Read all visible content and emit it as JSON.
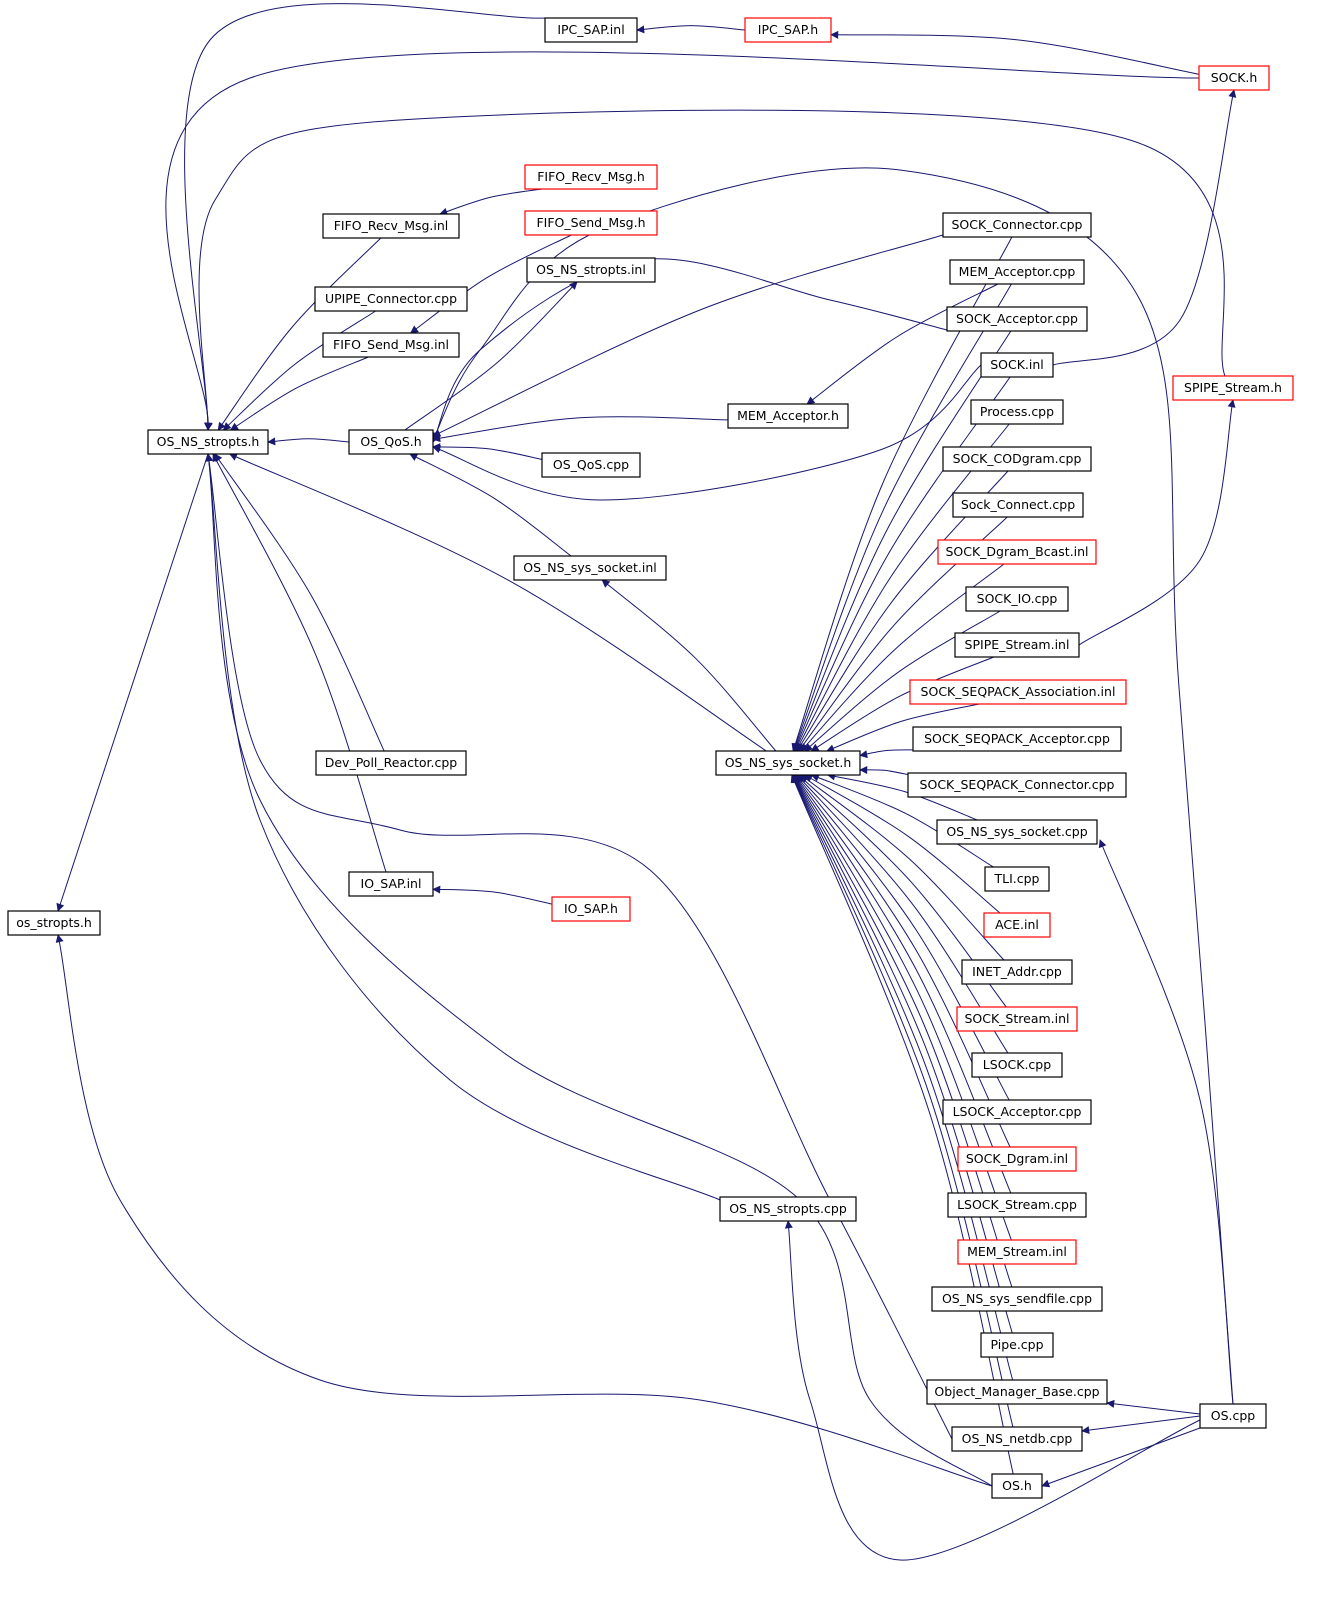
{
  "colors": {
    "edge": "#191970",
    "arrowhead": "#191970",
    "node_border_normal": "#000000",
    "node_border_truncated": "#ff0000",
    "node_fill_root": "#bfbfbf",
    "node_fill": "#ffffff"
  },
  "nodes": [
    {
      "id": "os_stropts_h",
      "label": "os_stropts.h",
      "style": "root"
    },
    {
      "id": "OS_NS_stropts_h",
      "label": "OS_NS_stropts.h",
      "style": "normal"
    },
    {
      "id": "OS_QoS_h",
      "label": "OS_QoS.h",
      "style": "normal"
    },
    {
      "id": "IPC_SAP_inl",
      "label": "IPC_SAP.inl",
      "style": "normal"
    },
    {
      "id": "IPC_SAP_h",
      "label": "IPC_SAP.h",
      "style": "truncated"
    },
    {
      "id": "SOCK_h",
      "label": "SOCK.h",
      "style": "truncated"
    },
    {
      "id": "FIFO_Recv_Msg_inl",
      "label": "FIFO_Recv_Msg.inl",
      "style": "normal"
    },
    {
      "id": "FIFO_Recv_Msg_h",
      "label": "FIFO_Recv_Msg.h",
      "style": "truncated"
    },
    {
      "id": "FIFO_Send_Msg_h",
      "label": "FIFO_Send_Msg.h",
      "style": "truncated"
    },
    {
      "id": "UPIPE_Connector_cpp",
      "label": "UPIPE_Connector.cpp",
      "style": "normal"
    },
    {
      "id": "FIFO_Send_Msg_inl",
      "label": "FIFO_Send_Msg.inl",
      "style": "normal"
    },
    {
      "id": "OS_NS_stropts_inl",
      "label": "OS_NS_stropts.inl",
      "style": "normal"
    },
    {
      "id": "OS_QoS_cpp",
      "label": "OS_QoS.cpp",
      "style": "normal"
    },
    {
      "id": "MEM_Acceptor_h",
      "label": "MEM_Acceptor.h",
      "style": "normal"
    },
    {
      "id": "OS_NS_sys_socket_inl",
      "label": "OS_NS_sys_socket.inl",
      "style": "normal"
    },
    {
      "id": "SPIPE_Stream_h",
      "label": "SPIPE_Stream.h",
      "style": "truncated"
    },
    {
      "id": "Dev_Poll_Reactor_cpp",
      "label": "Dev_Poll_Reactor.cpp",
      "style": "normal"
    },
    {
      "id": "OS_NS_sys_socket_h",
      "label": "OS_NS_sys_socket.h",
      "style": "normal"
    },
    {
      "id": "IO_SAP_inl",
      "label": "IO_SAP.inl",
      "style": "normal"
    },
    {
      "id": "IO_SAP_h",
      "label": "IO_SAP.h",
      "style": "truncated"
    },
    {
      "id": "OS_NS_stropts_cpp",
      "label": "OS_NS_stropts.cpp",
      "style": "normal"
    },
    {
      "id": "SOCK_Connector_cpp",
      "label": "SOCK_Connector.cpp",
      "style": "normal"
    },
    {
      "id": "MEM_Acceptor_cpp",
      "label": "MEM_Acceptor.cpp",
      "style": "normal"
    },
    {
      "id": "SOCK_Acceptor_cpp",
      "label": "SOCK_Acceptor.cpp",
      "style": "normal"
    },
    {
      "id": "SOCK_inl",
      "label": "SOCK.inl",
      "style": "normal"
    },
    {
      "id": "Process_cpp",
      "label": "Process.cpp",
      "style": "normal"
    },
    {
      "id": "SOCK_CODgram_cpp",
      "label": "SOCK_CODgram.cpp",
      "style": "normal"
    },
    {
      "id": "Sock_Connect_cpp",
      "label": "Sock_Connect.cpp",
      "style": "normal"
    },
    {
      "id": "SOCK_Dgram_Bcast_inl",
      "label": "SOCK_Dgram_Bcast.inl",
      "style": "truncated"
    },
    {
      "id": "SOCK_IO_cpp",
      "label": "SOCK_IO.cpp",
      "style": "normal"
    },
    {
      "id": "SPIPE_Stream_inl",
      "label": "SPIPE_Stream.inl",
      "style": "normal"
    },
    {
      "id": "SOCK_SEQPACK_Association_inl",
      "label": "SOCK_SEQPACK_Association.inl",
      "style": "truncated"
    },
    {
      "id": "SOCK_SEQPACK_Acceptor_cpp",
      "label": "SOCK_SEQPACK_Acceptor.cpp",
      "style": "normal"
    },
    {
      "id": "SOCK_SEQPACK_Connector_cpp",
      "label": "SOCK_SEQPACK_Connector.cpp",
      "style": "normal"
    },
    {
      "id": "OS_NS_sys_socket_cpp",
      "label": "OS_NS_sys_socket.cpp",
      "style": "normal"
    },
    {
      "id": "TLI_cpp",
      "label": "TLI.cpp",
      "style": "normal"
    },
    {
      "id": "ACE_inl",
      "label": "ACE.inl",
      "style": "truncated"
    },
    {
      "id": "INET_Addr_cpp",
      "label": "INET_Addr.cpp",
      "style": "normal"
    },
    {
      "id": "SOCK_Stream_inl",
      "label": "SOCK_Stream.inl",
      "style": "truncated"
    },
    {
      "id": "LSOCK_cpp",
      "label": "LSOCK.cpp",
      "style": "normal"
    },
    {
      "id": "LSOCK_Acceptor_cpp",
      "label": "LSOCK_Acceptor.cpp",
      "style": "normal"
    },
    {
      "id": "SOCK_Dgram_inl",
      "label": "SOCK_Dgram.inl",
      "style": "truncated"
    },
    {
      "id": "LSOCK_Stream_cpp",
      "label": "LSOCK_Stream.cpp",
      "style": "normal"
    },
    {
      "id": "MEM_Stream_inl",
      "label": "MEM_Stream.inl",
      "style": "truncated"
    },
    {
      "id": "OS_NS_sys_sendfile_cpp",
      "label": "OS_NS_sys_sendfile.cpp",
      "style": "normal"
    },
    {
      "id": "Pipe_cpp",
      "label": "Pipe.cpp",
      "style": "normal"
    },
    {
      "id": "Object_Manager_Base_cpp",
      "label": "Object_Manager_Base.cpp",
      "style": "normal"
    },
    {
      "id": "OS_NS_netdb_cpp",
      "label": "OS_NS_netdb.cpp",
      "style": "normal"
    },
    {
      "id": "OS_cpp",
      "label": "OS.cpp",
      "style": "normal"
    },
    {
      "id": "OS_h",
      "label": "OS.h",
      "style": "normal"
    }
  ],
  "edges": [
    [
      "OS_NS_stropts_h",
      "os_stropts_h"
    ],
    [
      "OS_h",
      "os_stropts_h"
    ],
    [
      "OS_QoS_h",
      "OS_NS_stropts_h"
    ],
    [
      "IPC_SAP_inl",
      "OS_NS_stropts_h"
    ],
    [
      "SOCK_h",
      "OS_NS_stropts_h"
    ],
    [
      "SPIPE_Stream_h",
      "OS_NS_stropts_h"
    ],
    [
      "FIFO_Recv_Msg_inl",
      "OS_NS_stropts_h"
    ],
    [
      "UPIPE_Connector_cpp",
      "OS_NS_stropts_h"
    ],
    [
      "FIFO_Send_Msg_inl",
      "OS_NS_stropts_h"
    ],
    [
      "OS_NS_sys_socket_h",
      "OS_NS_stropts_h"
    ],
    [
      "Dev_Poll_Reactor_cpp",
      "OS_NS_stropts_h"
    ],
    [
      "IO_SAP_inl",
      "OS_NS_stropts_h"
    ],
    [
      "OS_NS_stropts_cpp",
      "OS_NS_stropts_h"
    ],
    [
      "OS_NS_netdb_cpp",
      "OS_NS_stropts_h"
    ],
    [
      "OS_h",
      "OS_NS_stropts_h"
    ],
    [
      "IPC_SAP_h",
      "IPC_SAP_inl"
    ],
    [
      "SOCK_h",
      "IPC_SAP_h"
    ],
    [
      "FIFO_Recv_Msg_h",
      "FIFO_Recv_Msg_inl"
    ],
    [
      "FIFO_Send_Msg_h",
      "FIFO_Send_Msg_inl"
    ],
    [
      "OS_QoS_h",
      "OS_NS_stropts_inl"
    ],
    [
      "SOCK_Connector_cpp",
      "OS_QoS_h"
    ],
    [
      "MEM_Acceptor_h",
      "OS_QoS_h"
    ],
    [
      "OS_QoS_cpp",
      "OS_QoS_h"
    ],
    [
      "OS_NS_sys_socket_inl",
      "OS_QoS_h"
    ],
    [
      "SOCK_inl",
      "OS_QoS_h"
    ],
    [
      "SOCK_Acceptor_cpp",
      "OS_QoS_h"
    ],
    [
      "OS_NS_sys_socket_h",
      "OS_NS_sys_socket_inl"
    ],
    [
      "MEM_Acceptor_cpp",
      "MEM_Acceptor_h"
    ],
    [
      "SOCK_inl",
      "SOCK_h"
    ],
    [
      "SPIPE_Stream_inl",
      "SPIPE_Stream_h"
    ],
    [
      "SOCK_Connector_cpp",
      "OS_NS_sys_socket_h"
    ],
    [
      "MEM_Acceptor_cpp",
      "OS_NS_sys_socket_h"
    ],
    [
      "SOCK_Acceptor_cpp",
      "OS_NS_sys_socket_h"
    ],
    [
      "SOCK_inl",
      "OS_NS_sys_socket_h"
    ],
    [
      "Process_cpp",
      "OS_NS_sys_socket_h"
    ],
    [
      "SOCK_CODgram_cpp",
      "OS_NS_sys_socket_h"
    ],
    [
      "Sock_Connect_cpp",
      "OS_NS_sys_socket_h"
    ],
    [
      "SOCK_Dgram_Bcast_inl",
      "OS_NS_sys_socket_h"
    ],
    [
      "SOCK_IO_cpp",
      "OS_NS_sys_socket_h"
    ],
    [
      "SPIPE_Stream_inl",
      "OS_NS_sys_socket_h"
    ],
    [
      "SOCK_SEQPACK_Association_inl",
      "OS_NS_sys_socket_h"
    ],
    [
      "SOCK_SEQPACK_Acceptor_cpp",
      "OS_NS_sys_socket_h"
    ],
    [
      "SOCK_SEQPACK_Connector_cpp",
      "OS_NS_sys_socket_h"
    ],
    [
      "OS_NS_sys_socket_cpp",
      "OS_NS_sys_socket_h"
    ],
    [
      "TLI_cpp",
      "OS_NS_sys_socket_h"
    ],
    [
      "ACE_inl",
      "OS_NS_sys_socket_h"
    ],
    [
      "INET_Addr_cpp",
      "OS_NS_sys_socket_h"
    ],
    [
      "SOCK_Stream_inl",
      "OS_NS_sys_socket_h"
    ],
    [
      "LSOCK_cpp",
      "OS_NS_sys_socket_h"
    ],
    [
      "LSOCK_Acceptor_cpp",
      "OS_NS_sys_socket_h"
    ],
    [
      "SOCK_Dgram_inl",
      "OS_NS_sys_socket_h"
    ],
    [
      "LSOCK_Stream_cpp",
      "OS_NS_sys_socket_h"
    ],
    [
      "MEM_Stream_inl",
      "OS_NS_sys_socket_h"
    ],
    [
      "OS_NS_sys_sendfile_cpp",
      "OS_NS_sys_socket_h"
    ],
    [
      "Pipe_cpp",
      "OS_NS_sys_socket_h"
    ],
    [
      "Object_Manager_Base_cpp",
      "OS_NS_sys_socket_h"
    ],
    [
      "OS_NS_netdb_cpp",
      "OS_NS_sys_socket_h"
    ],
    [
      "OS_h",
      "OS_NS_sys_socket_h"
    ],
    [
      "IO_SAP_h",
      "IO_SAP_inl"
    ],
    [
      "OS_cpp",
      "OS_NS_sys_socket_cpp"
    ],
    [
      "OS_cpp",
      "Object_Manager_Base_cpp"
    ],
    [
      "OS_cpp",
      "OS_NS_netdb_cpp"
    ],
    [
      "OS_cpp",
      "OS_h"
    ],
    [
      "OS_cpp",
      "OS_NS_stropts_cpp"
    ],
    [
      "OS_cpp",
      "OS_QoS_h"
    ]
  ]
}
